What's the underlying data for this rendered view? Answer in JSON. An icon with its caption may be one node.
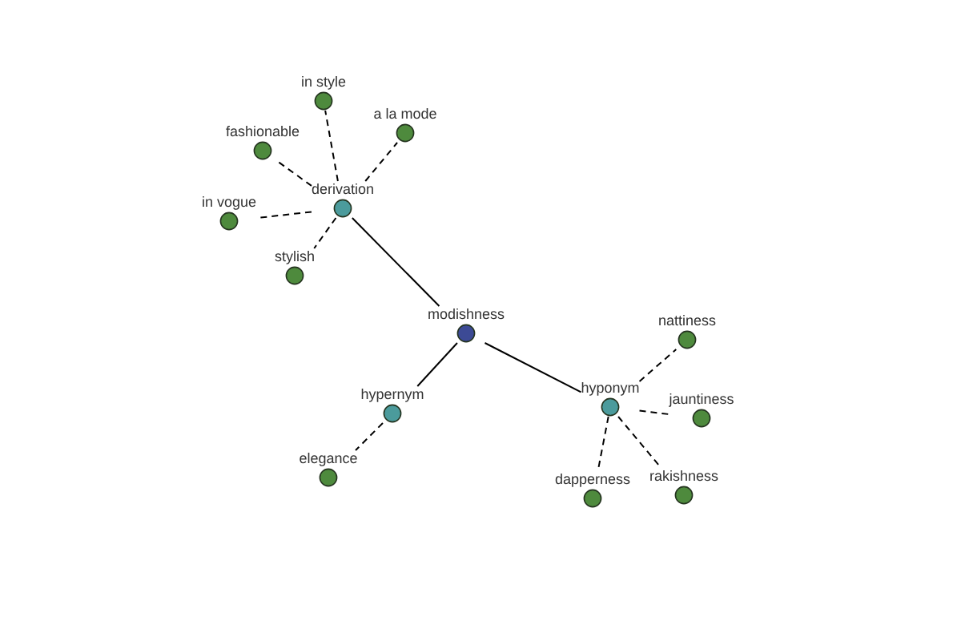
{
  "diagram": {
    "nodes": [
      {
        "text": [
          "in style"
        ]
      },
      {
        "text": [
          "a la mode"
        ]
      },
      {
        "text": [
          "fashionable"
        ]
      },
      {
        "text": [
          "derivation"
        ]
      },
      {
        "text": [
          "in vogue"
        ]
      },
      {
        "text": [
          "stylish"
        ]
      },
      {
        "text": [
          "modishness"
        ]
      },
      {
        "text": [
          "nattiness"
        ]
      },
      {
        "text": [
          "hypernym"
        ]
      },
      {
        "text": [
          "hyponym"
        ]
      },
      {
        "text": [
          "jauntiness"
        ]
      },
      {
        "text": [
          "elegance"
        ]
      },
      {
        "text": [
          "dapperness"
        ]
      },
      {
        "text": [
          "rakishness"
        ]
      }
    ],
    "edges": [
      {
        "from": 6,
        "to": 3,
        "arrow": "none"
      },
      {
        "from": 6,
        "to": 8,
        "arrow": "none"
      },
      {
        "from": 6,
        "to": 9,
        "arrow": "none"
      },
      {
        "from": 3,
        "to": 0,
        "arrow": "none",
        "style": "dashed"
      },
      {
        "from": 3,
        "to": 1,
        "arrow": "none",
        "style": "dashed"
      },
      {
        "from": 3,
        "to": 2,
        "arrow": "none",
        "style": "dashed"
      },
      {
        "from": 3,
        "to": 4,
        "arrow": "none",
        "style": "dashed"
      },
      {
        "from": 3,
        "to": 5,
        "arrow": "none",
        "style": "dashed"
      },
      {
        "from": 8,
        "to": 11,
        "arrow": "none",
        "style": "dashed"
      },
      {
        "from": 9,
        "to": 7,
        "arrow": "none",
        "style": "dashed"
      },
      {
        "from": 9,
        "to": 10,
        "arrow": "none",
        "style": "dashed"
      },
      {
        "from": 9,
        "to": 12,
        "arrow": "none",
        "style": "dashed"
      },
      {
        "from": 9,
        "to": 13,
        "arrow": "none",
        "style": "dashed"
      }
    ]
  }
}
